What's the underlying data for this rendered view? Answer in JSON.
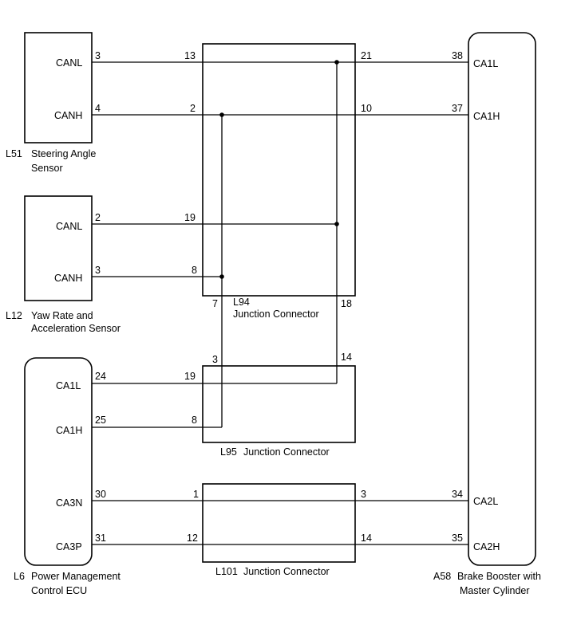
{
  "components": {
    "l51": {
      "code": "L51",
      "name_line1": "Steering Angle",
      "name_line2": "Sensor",
      "pin_canl": "CANL",
      "pin_canh": "CANH",
      "num_canl": "3",
      "num_canh": "4"
    },
    "l12": {
      "code": "L12",
      "name_line1": "Yaw Rate and",
      "name_line2": "Acceleration Sensor",
      "pin_canl": "CANL",
      "pin_canh": "CANH",
      "num_canl": "2",
      "num_canh": "3"
    },
    "l6": {
      "code": "L6",
      "name_line1": "Power Management",
      "name_line2": "Control ECU",
      "pin_ca1l": "CA1L",
      "pin_ca1h": "CA1H",
      "pin_ca3n": "CA3N",
      "pin_ca3p": "CA3P",
      "num_ca1l": "24",
      "num_ca1h": "25",
      "num_ca3n": "30",
      "num_ca3p": "31"
    },
    "a58": {
      "code": "A58",
      "name_line1": "Brake Booster with",
      "name_line2": "Master Cylinder",
      "pin_ca1l": "CA1L",
      "pin_ca1h": "CA1H",
      "pin_ca2l": "CA2L",
      "pin_ca2h": "CA2H",
      "num_ca1l": "38",
      "num_ca1h": "37",
      "num_ca2l": "34",
      "num_ca2h": "35"
    }
  },
  "junctions": {
    "l94": {
      "code": "L94",
      "name": "Junction Connector",
      "pin_13": "13",
      "pin_2": "2",
      "pin_19": "19",
      "pin_8": "8",
      "pin_21": "21",
      "pin_10": "10",
      "pin_7": "7",
      "pin_18": "18"
    },
    "l95": {
      "code": "L95",
      "name": "Junction Connector",
      "pin_3": "3",
      "pin_14": "14",
      "pin_19": "19",
      "pin_8": "8"
    },
    "l101": {
      "code": "L101",
      "name": "Junction Connector",
      "pin_1": "1",
      "pin_12": "12",
      "pin_3": "3",
      "pin_14": "14"
    }
  }
}
